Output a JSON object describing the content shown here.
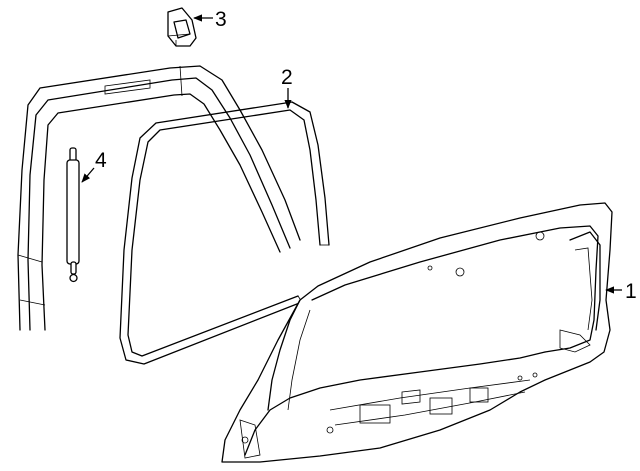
{
  "callouts": [
    {
      "id": "1",
      "label": "1",
      "part": "liftgate"
    },
    {
      "id": "2",
      "label": "2",
      "part": "weatherstrip"
    },
    {
      "id": "3",
      "label": "3",
      "part": "hinge"
    },
    {
      "id": "4",
      "label": "4",
      "part": "lift-support-strut"
    }
  ]
}
